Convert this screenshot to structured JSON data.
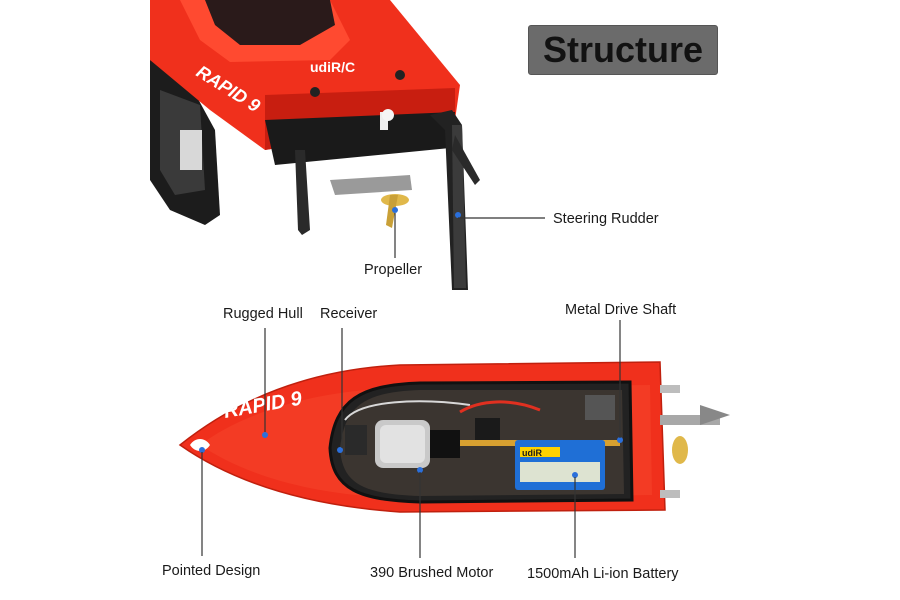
{
  "title": "Structure",
  "brand": {
    "maker": "udiR/C",
    "model": "RAPID 9",
    "battery_brand": "udiR"
  },
  "labels": {
    "steering_rudder": "Steering Rudder",
    "propeller": "Propeller",
    "rugged_hull": "Rugged Hull",
    "receiver": "Receiver",
    "metal_drive_shaft": "Metal Drive Shaft",
    "pointed_design": "Pointed Design",
    "brushed_motor": "390 Brushed Motor",
    "battery": "1500mAh Li-ion Battery"
  },
  "colors": {
    "hull": "#f0301c",
    "title_bg": "#6b6b6b",
    "leader": "#333333",
    "dot": "#2a6fdb"
  }
}
